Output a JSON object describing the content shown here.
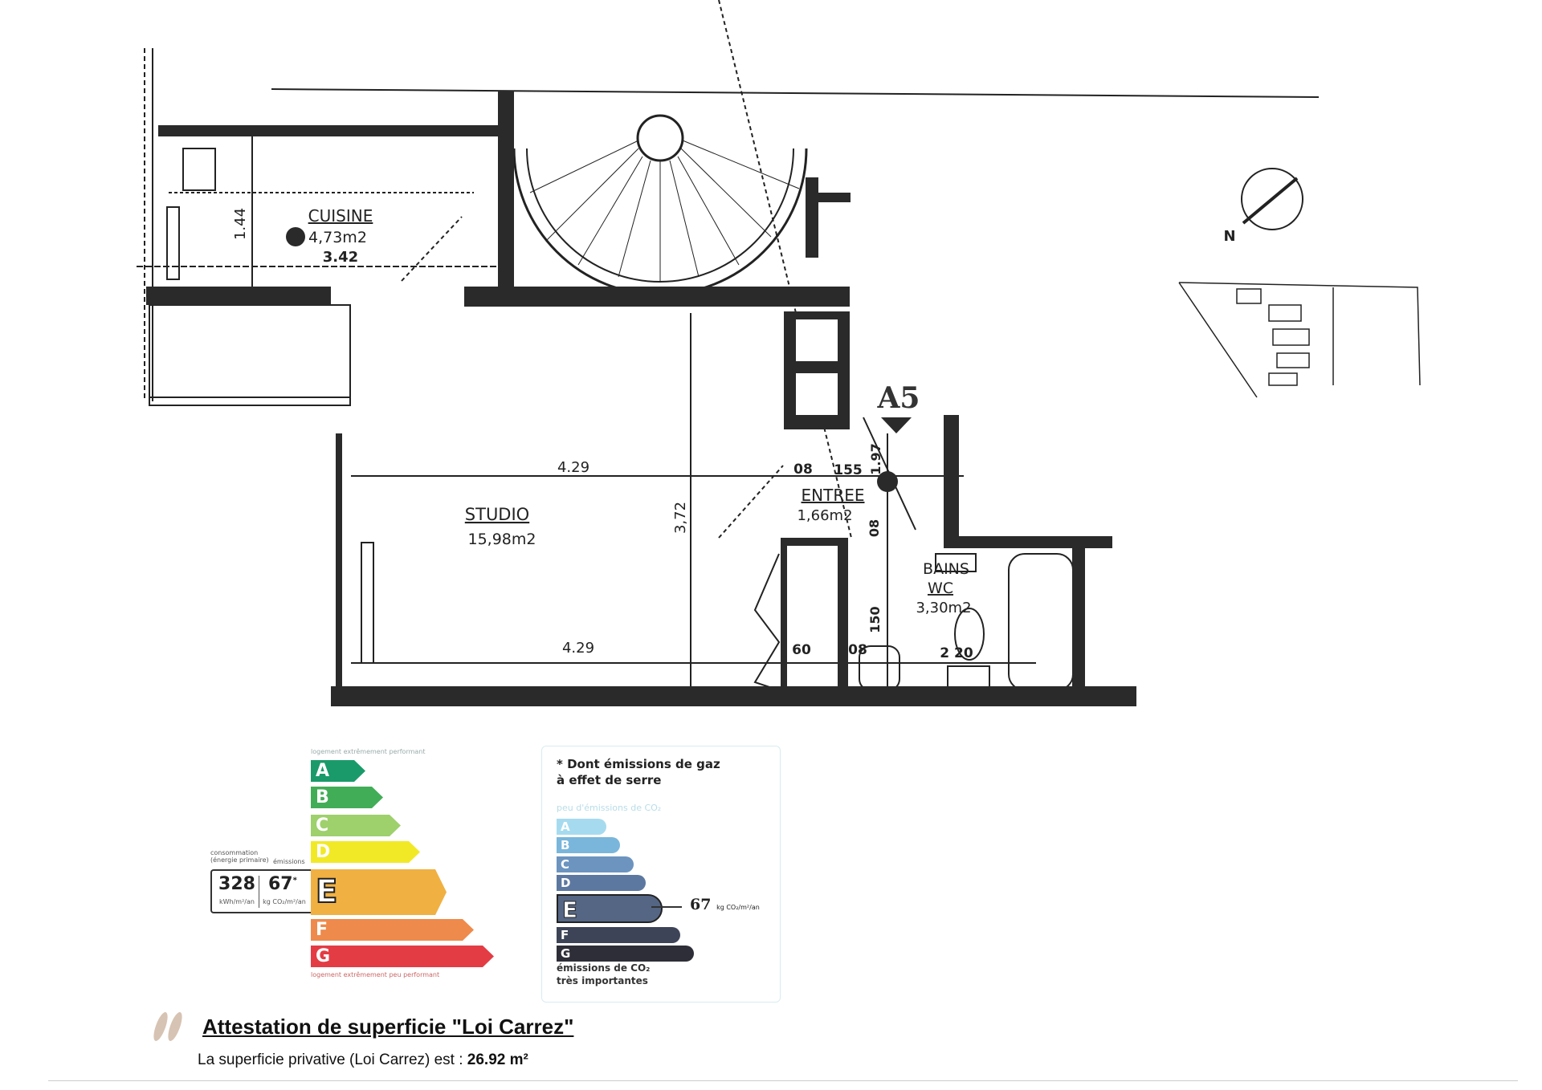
{
  "plan": {
    "rooms": {
      "cuisine": {
        "name": "CUISINE",
        "area": "4,73m2",
        "dim": "3.42",
        "dim_v": "1.44"
      },
      "studio": {
        "name": "STUDIO",
        "area": "15,98m2",
        "dim_top": "4.29",
        "dim_bottom": "4.29",
        "dim_v": "3,72"
      },
      "entree": {
        "name": "ENTREE",
        "area": "1,66m2",
        "dim_a": "08",
        "dim_b": "155",
        "dim_v": "1.97",
        "dim_v2": "08"
      },
      "bains": {
        "name": "BAINS",
        "name2": "WC",
        "area": "3,30m2",
        "dim_v": "150",
        "dim_a": "60",
        "dim_b": "08",
        "dim_c": "2 20"
      }
    },
    "lot": "A5",
    "north": "N"
  },
  "dpe": {
    "top_caption": "logement extrêmement performant",
    "bottom_caption": "logement extrêmement peu performant",
    "consumption_label": "consommation (énergie primaire)",
    "emissions_label": "émissions",
    "consumption_value": "328",
    "consumption_unit": "kWh/m²/an",
    "emissions_value": "67",
    "emissions_star": "*",
    "emissions_unit": "kg CO₂/m²/an",
    "classes": [
      "A",
      "B",
      "C",
      "D",
      "E",
      "F",
      "G"
    ],
    "current_class": "E",
    "colors": [
      "#1a9a6a",
      "#42ad57",
      "#9ed06c",
      "#f1e926",
      "#f0b142",
      "#ee8a4c",
      "#e43c44"
    ]
  },
  "ges": {
    "title_line1": "* Dont émissions de gaz",
    "title_line2": "à effet de serre",
    "top_caption": "peu d'émissions de CO₂",
    "classes": [
      "A",
      "B",
      "C",
      "D",
      "E",
      "F",
      "G"
    ],
    "current_class": "E",
    "value": "67",
    "unit": "kg CO₂/m²/an",
    "bottom_line1": "émissions de CO₂",
    "bottom_line2": "très importantes",
    "colors": [
      "#a6dbef",
      "#7ab6db",
      "#6c94bf",
      "#5d78a0",
      "#556684",
      "#3e4457",
      "#2d2e38"
    ]
  },
  "attestation": {
    "title": "Attestation de superficie \"Loi Carrez\"",
    "text": "La superficie privative (Loi Carrez) est :",
    "value": "26.92 m²"
  }
}
